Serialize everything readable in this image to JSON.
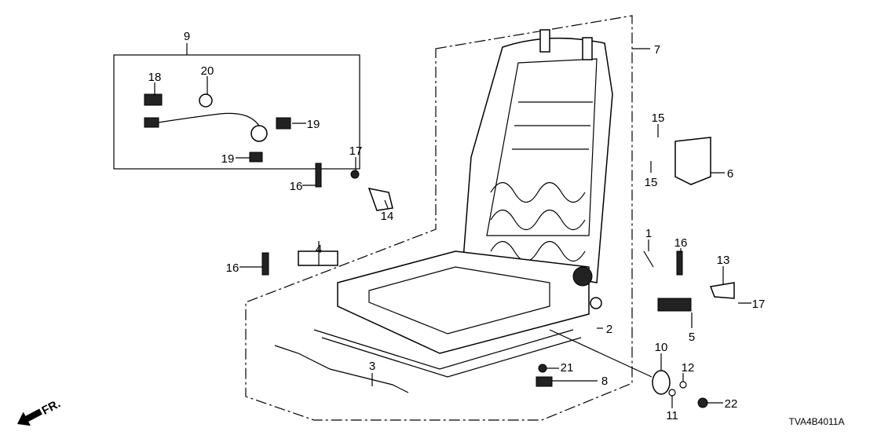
{
  "diagram_code": "TVA4B4011A",
  "front_indicator": "FR.",
  "callouts": {
    "c1": "1",
    "c2": "2",
    "c3": "3",
    "c4": "4",
    "c5": "5",
    "c6": "6",
    "c7": "7",
    "c8": "8",
    "c9": "9",
    "c10": "10",
    "c11": "11",
    "c12": "12",
    "c13": "13",
    "c14": "14",
    "c15a": "15",
    "c15b": "15",
    "c16a": "16",
    "c16b": "16",
    "c16c": "16",
    "c17a": "17",
    "c17b": "17",
    "c18": "18",
    "c19a": "19",
    "c19b": "19",
    "c20": "20",
    "c21": "21",
    "c22": "22"
  }
}
